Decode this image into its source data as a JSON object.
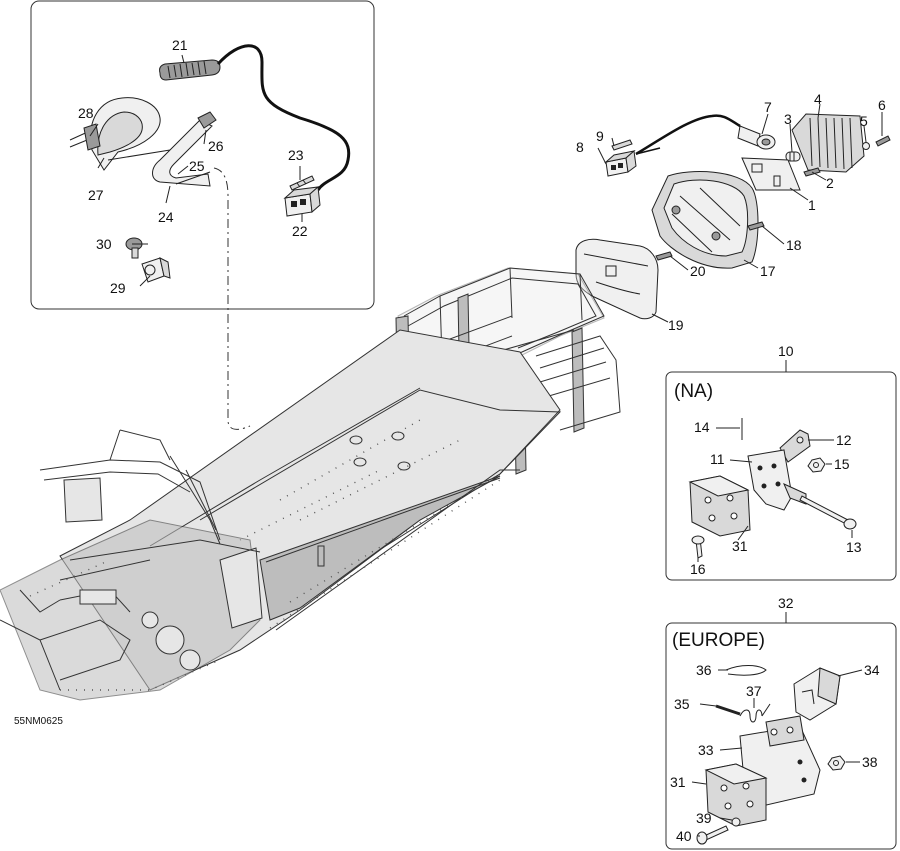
{
  "drawing_code": "55NM0625",
  "boxes": {
    "na_title": "(NA)",
    "europe_title": "(EUROPE)"
  },
  "labels": {
    "l1": "1",
    "l2": "2",
    "l3": "3",
    "l4": "4",
    "l5": "5",
    "l6": "6",
    "l7": "7",
    "l8": "8",
    "l9": "9",
    "l10": "10",
    "l11": "11",
    "l12": "12",
    "l13": "13",
    "l14": "14",
    "l15": "15",
    "l16": "16",
    "l17": "17",
    "l18": "18",
    "l19": "19",
    "l20": "20",
    "l21": "21",
    "l22": "22",
    "l23": "23",
    "l24": "24",
    "l25": "25",
    "l26": "26",
    "l27": "27",
    "l28": "28",
    "l29": "29",
    "l30": "30",
    "l31a": "31",
    "l31b": "31",
    "l32": "32",
    "l33": "33",
    "l34": "34",
    "l35": "35",
    "l36": "36",
    "l37": "37",
    "l38": "38",
    "l39": "39",
    "l40": "40"
  }
}
